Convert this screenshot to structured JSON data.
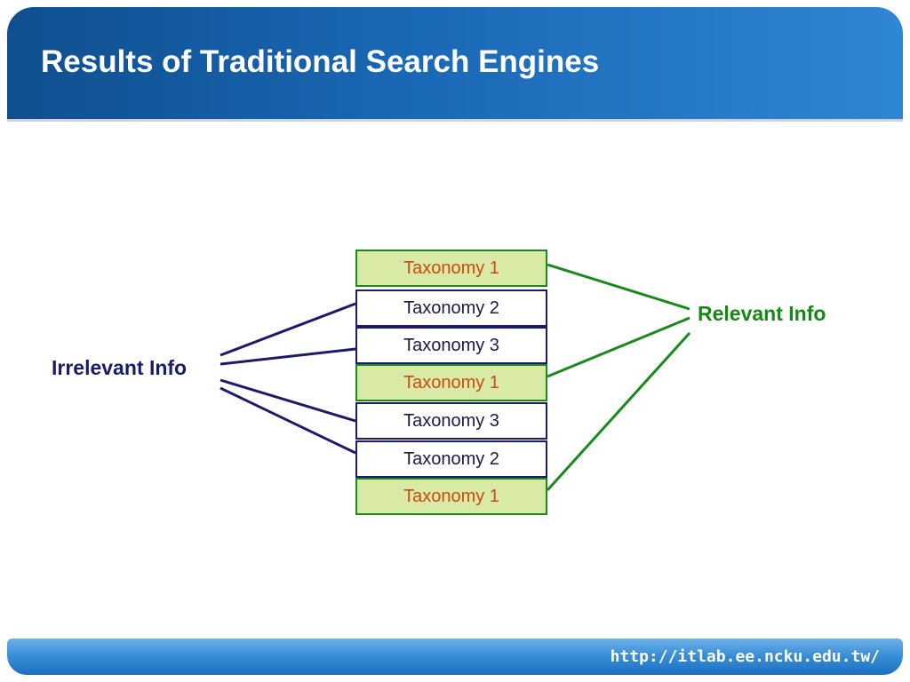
{
  "slide": {
    "title": "Results of Traditional Search Engines",
    "footer_url": "http://itlab.ee.ncku.edu.tw/"
  },
  "diagram": {
    "left_label": "Irrelevant Info",
    "right_label": "Relevant Info",
    "taxonomy_items": [
      {
        "label": "Taxonomy 1",
        "relevant": true
      },
      {
        "label": "Taxonomy 2",
        "relevant": false
      },
      {
        "label": "Taxonomy 3",
        "relevant": false
      },
      {
        "label": "Taxonomy 1",
        "relevant": true
      },
      {
        "label": "Taxonomy 3",
        "relevant": false
      },
      {
        "label": "Taxonomy 2",
        "relevant": false
      },
      {
        "label": "Taxonomy 1",
        "relevant": true
      }
    ]
  },
  "colors": {
    "header_blue": "#1a68b5",
    "relevant_green": "#138a13",
    "irrelevant_navy": "#1b1b6b",
    "highlight_fill": "#d8eaa5",
    "highlight_text": "#cc4a12"
  }
}
